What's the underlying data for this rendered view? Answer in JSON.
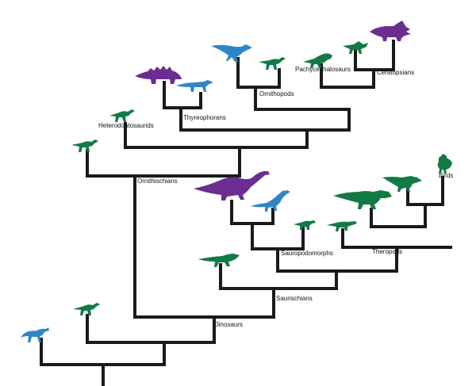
{
  "colors": {
    "branch": "#1a1a1a",
    "purple": "#6b2d8f",
    "blue": "#2f86c6",
    "green": "#137a45"
  },
  "clades": {
    "heterodontosaurids": "Heterodontosaurids",
    "thyreophorans": "Thyreophorans",
    "ornithopods": "Ornithopods",
    "pachycephalosaurs": "Pachycephalosaurs",
    "ceratopsians": "Ceratopsians",
    "ornithischians": "Ornithischians",
    "sauropodomorphs": "Sauropodomorphs",
    "theropods": "Theropods",
    "birds": "Birds",
    "saurischians": "Saurischians",
    "dinosaurs": "Dinosaurs"
  },
  "silhouettes": [
    {
      "id": "small-blue-outgroup",
      "icon": "small-bipedal-reptile-icon",
      "color": "blue"
    },
    {
      "id": "green-basal-dinosaur",
      "icon": "small-theropod-icon",
      "color": "green"
    },
    {
      "id": "green-basal-ornithischian",
      "icon": "small-ornithischian-icon",
      "color": "green"
    },
    {
      "id": "green-heterodontosaur",
      "icon": "heterodontosaur-icon",
      "color": "green"
    },
    {
      "id": "purple-ankylosaur",
      "icon": "ankylosaur-icon",
      "color": "purple"
    },
    {
      "id": "blue-small-thyreophoran",
      "icon": "small-thyreophoran-icon",
      "color": "blue"
    },
    {
      "id": "blue-hadrosaur",
      "icon": "hadrosaur-icon",
      "color": "blue"
    },
    {
      "id": "green-small-ornithopod",
      "icon": "small-ornithopod-icon",
      "color": "green"
    },
    {
      "id": "green-pachycephalosaur",
      "icon": "pachycephalosaur-icon",
      "color": "green"
    },
    {
      "id": "green-small-ceratopsian",
      "icon": "small-ceratopsian-icon",
      "color": "green"
    },
    {
      "id": "purple-triceratops",
      "icon": "triceratops-icon",
      "color": "purple"
    },
    {
      "id": "purple-sauropod",
      "icon": "sauropod-icon",
      "color": "purple"
    },
    {
      "id": "blue-prosauropod",
      "icon": "prosauropod-icon",
      "color": "blue"
    },
    {
      "id": "green-basal-sauropodomorph",
      "icon": "small-sauropodomorph-icon",
      "color": "green"
    },
    {
      "id": "green-basal-saurischian",
      "icon": "theropod-icon",
      "color": "green"
    },
    {
      "id": "green-basal-theropod",
      "icon": "small-theropod-icon",
      "color": "green"
    },
    {
      "id": "green-tyrannosaur",
      "icon": "tyrannosaur-icon",
      "color": "green"
    },
    {
      "id": "green-raptor",
      "icon": "raptor-icon",
      "color": "green"
    },
    {
      "id": "green-bird",
      "icon": "chicken-icon",
      "color": "green"
    }
  ]
}
